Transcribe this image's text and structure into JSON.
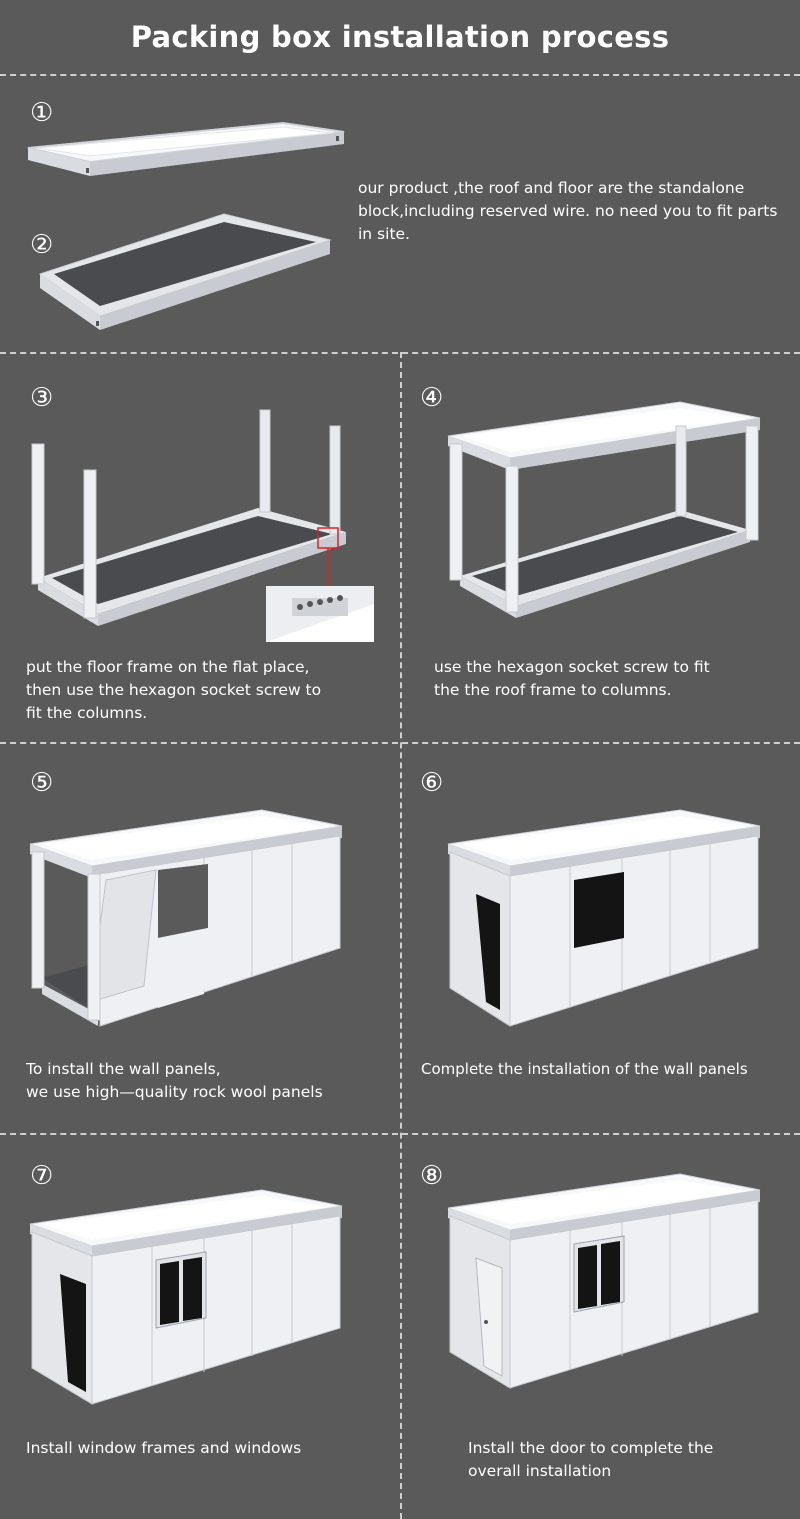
{
  "title": "Packing box installation process",
  "steps": [
    {
      "num": "①"
    },
    {
      "num": "②",
      "text": "our product ,the roof and floor are the standalone block,including reserved wire. no need you to fit parts in site."
    },
    {
      "num": "③",
      "text": "put the floor frame on the flat place,\nthen use the hexagon socket screw to\nfit the columns."
    },
    {
      "num": "④",
      "text": "use the hexagon socket screw to fit\nthe the roof frame to columns."
    },
    {
      "num": "⑤",
      "text": "To install the wall panels,\nwe use high—quality rock wool panels"
    },
    {
      "num": "⑥",
      "text": "Complete the installation of the wall panels"
    },
    {
      "num": "⑦",
      "text": "Install window frames and windows"
    },
    {
      "num": "⑧",
      "text": "Install the door to complete the\noverall installation"
    }
  ],
  "colors": {
    "background": "#5a5a5a",
    "divider": "#cfcfcf",
    "frame": "#e4e6ea",
    "floor": "#4a4b4e",
    "roof": "#f7f8fa",
    "highlight": "#e02020"
  }
}
